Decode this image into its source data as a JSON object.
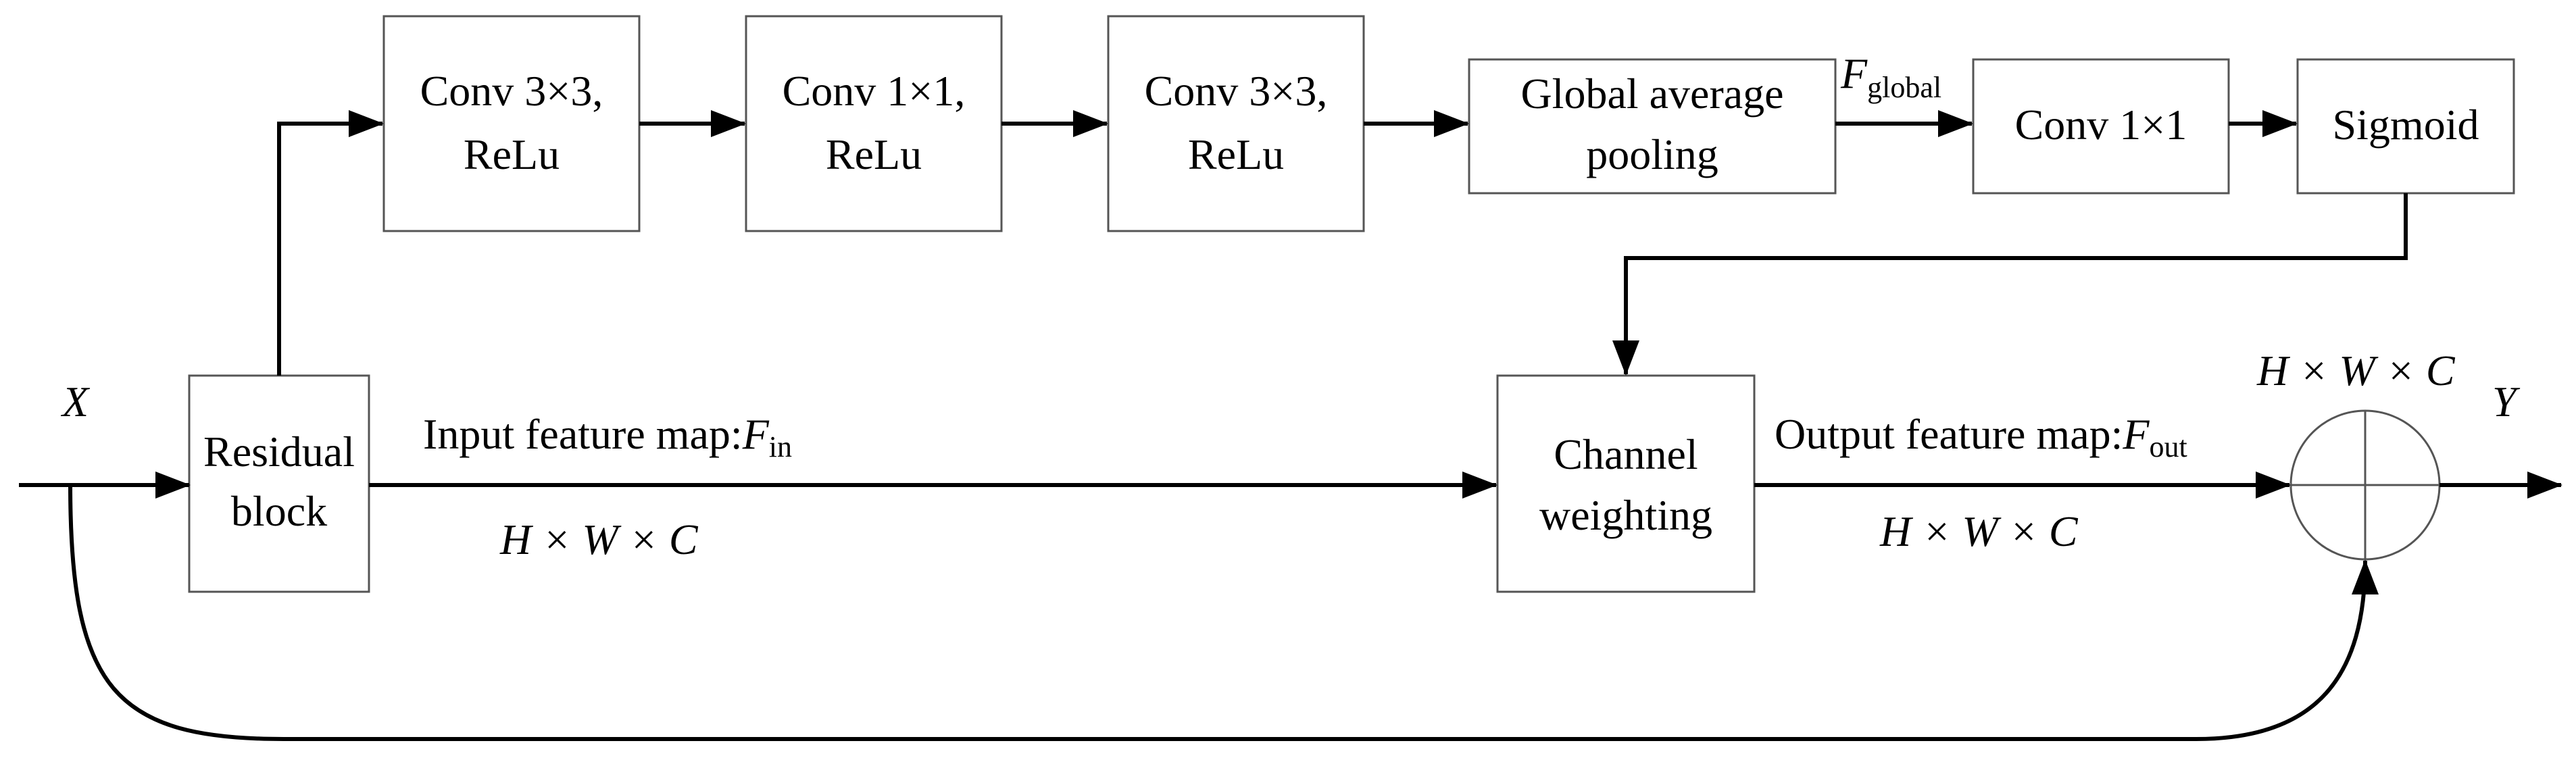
{
  "blocks": {
    "conv1": {
      "line1": "Conv 3×3,",
      "line2": "ReLu"
    },
    "conv2": {
      "line1": "Conv 1×1,",
      "line2": "ReLu"
    },
    "conv3": {
      "line1": "Conv 3×3,",
      "line2": "ReLu"
    },
    "gap": {
      "line1": "Global average",
      "line2": "pooling"
    },
    "conv4": {
      "line1": "Conv 1×1"
    },
    "sigmoid": {
      "line1": "Sigmoid"
    },
    "residual": {
      "line1": "Residual",
      "line2": "block"
    },
    "channel": {
      "line1": "Channel",
      "line2": "weighting"
    }
  },
  "labels": {
    "x": "X",
    "y": "Y",
    "f_global_main": "F",
    "f_global_sub": "global",
    "input_text": "Input feature map:",
    "input_f_main": "F",
    "input_f_sub": "in",
    "output_text": "Output feature map:",
    "output_f_main": "F",
    "output_f_sub": "out",
    "dim_input": "H × W × C",
    "dim_output": "H × W × C",
    "dim_sum": "H × W × C"
  },
  "colors": {
    "box_stroke": "#555555",
    "line": "#000000"
  }
}
